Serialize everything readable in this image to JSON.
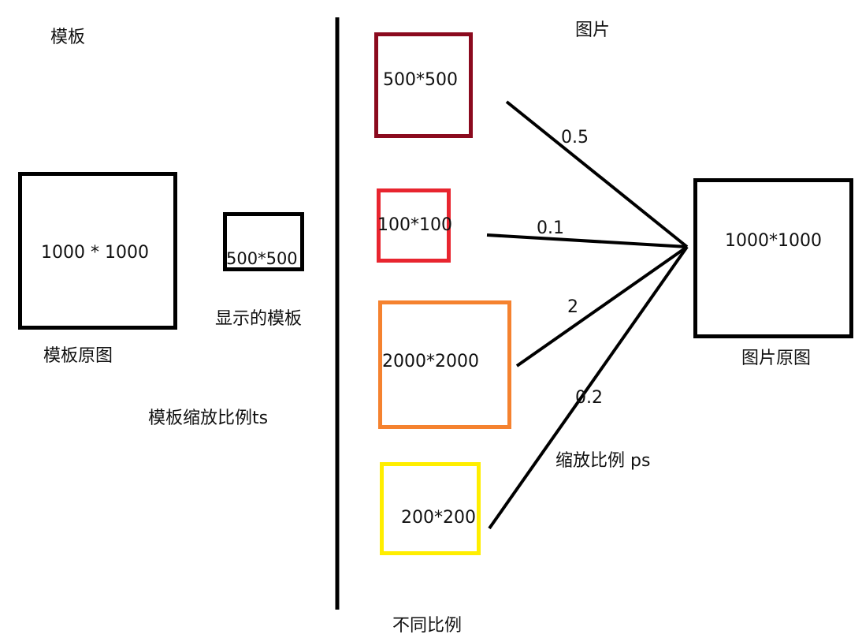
{
  "template_section": {
    "title": "模板",
    "original": {
      "label": "1000 * 1000",
      "caption": "模板原图"
    },
    "displayed": {
      "label": "500*500",
      "caption": "显示的模板"
    },
    "scale_note": "模板缩放比例ts"
  },
  "image_section": {
    "title": "图片",
    "variants": [
      {
        "label": "500*500",
        "ratio": "0.5",
        "color": "#8b0a1e"
      },
      {
        "label": "100*100",
        "ratio": "0.1",
        "color": "#e8252f"
      },
      {
        "label": "2000*2000",
        "ratio": "2",
        "color": "#f5822f"
      },
      {
        "label": "200*200",
        "ratio": "0.2",
        "color": "#ffee00"
      }
    ],
    "original": {
      "label": "1000*1000",
      "caption": "图片原图"
    },
    "scale_note": "缩放比例 ps",
    "bottom_note": "不同比例"
  },
  "colors": {
    "line": "#000000",
    "border_black": "#000000"
  }
}
